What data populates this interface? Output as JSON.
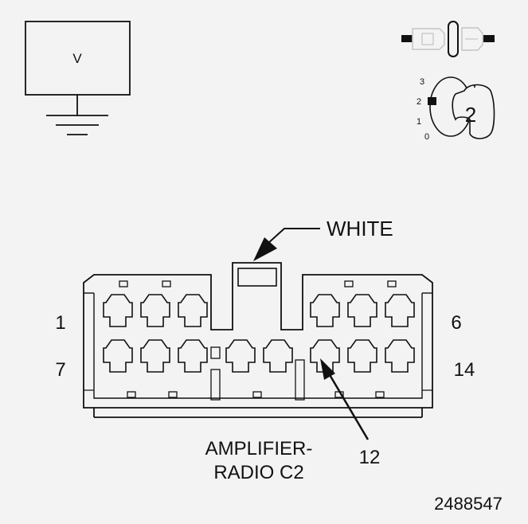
{
  "meter": {
    "symbol": "V"
  },
  "switch": {
    "positions": [
      "3",
      "2",
      "1",
      "0"
    ],
    "key_number": "2"
  },
  "connector": {
    "color_label": "WHITE",
    "pin_labels": {
      "top_left": "1",
      "top_right": "6",
      "bottom_left": "7",
      "bottom_right": "14"
    },
    "callout_pin": "12",
    "name_line1": "AMPLIFIER-",
    "name_line2": "RADIO C2"
  },
  "figure_id": "2488547",
  "colors": {
    "background": "#f3f3f3",
    "line": "#111111",
    "faded": "#c4c4c4"
  }
}
